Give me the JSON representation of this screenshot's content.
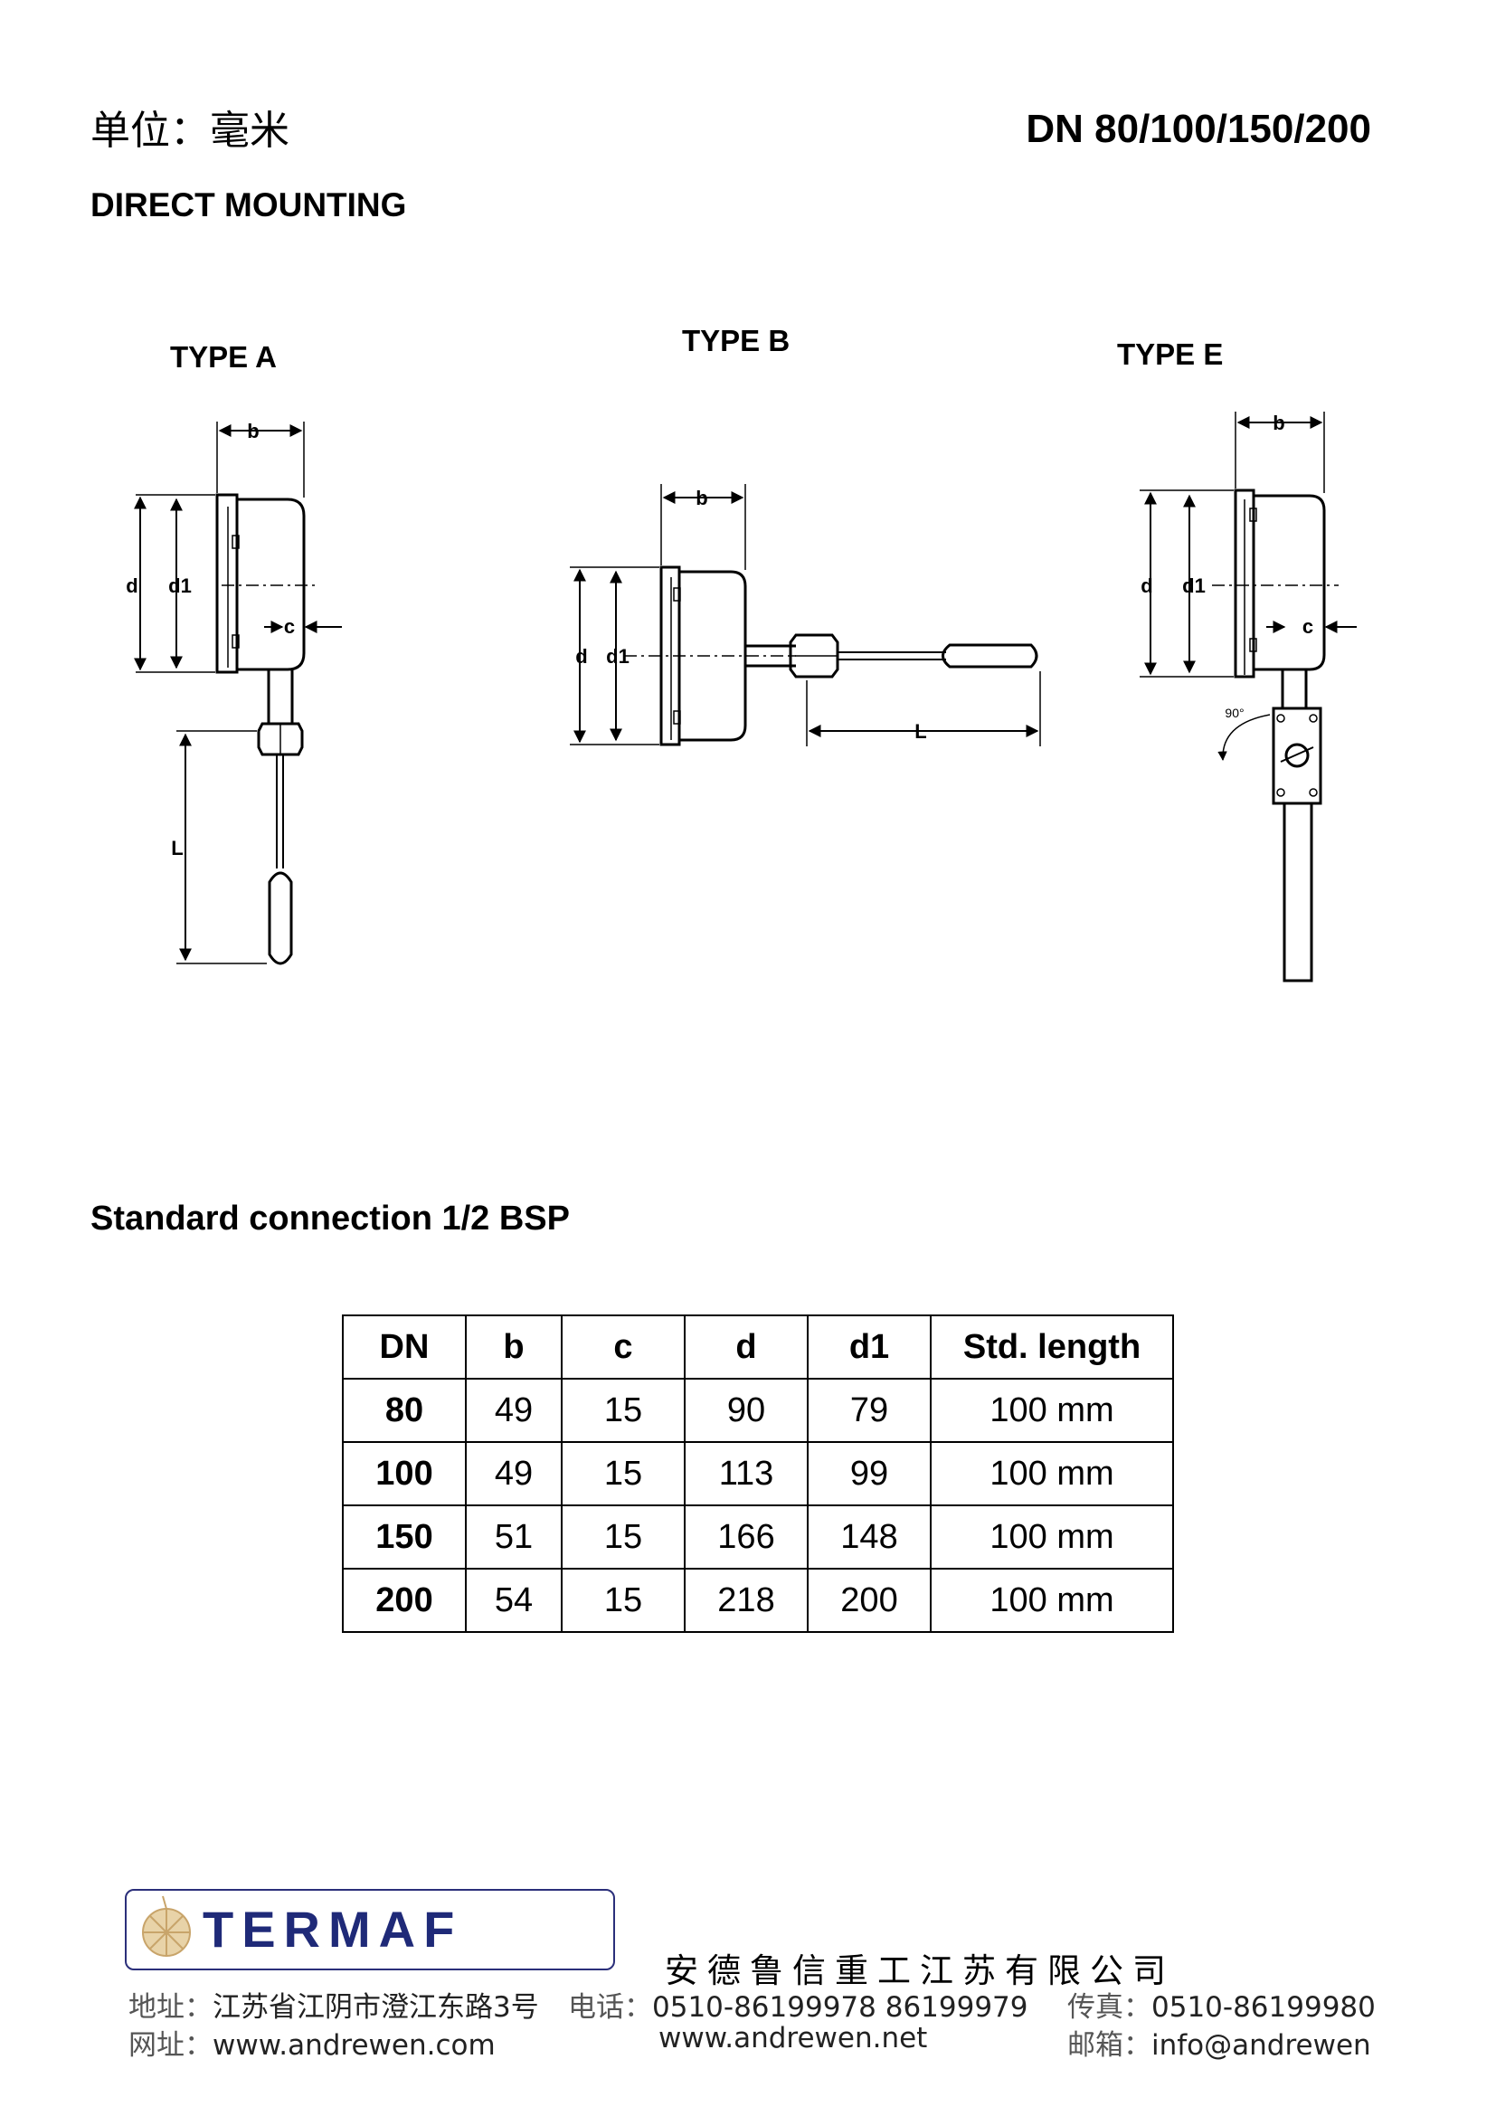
{
  "header": {
    "unit_label": "单位：毫米",
    "dn_heading": "DN 80/100/150/200"
  },
  "mounting_title": "DIRECT MOUNTING",
  "diagram_labels": {
    "type_a": "TYPE A",
    "type_b": "TYPE B",
    "type_e": "TYPE E",
    "dim_b": "b",
    "dim_c": "c",
    "dim_d": "d",
    "dim_d1": "d1",
    "dim_l": "L",
    "angle": "90°"
  },
  "standard_connection": "Standard connection 1/2 BSP",
  "spec_table": {
    "headers": [
      "DN",
      "b",
      "c",
      "d",
      "d1",
      "Std. length"
    ],
    "rows": [
      [
        "80",
        "49",
        "15",
        "90",
        "79",
        "100 mm"
      ],
      [
        "100",
        "49",
        "15",
        "113",
        "99",
        "100 mm"
      ],
      [
        "150",
        "51",
        "15",
        "166",
        "148",
        "100 mm"
      ],
      [
        "200",
        "54",
        "15",
        "218",
        "200",
        "100 mm"
      ]
    ]
  },
  "footer": {
    "logo_text": "TERMAF",
    "company": "安德鲁信重工江苏有限公司",
    "address_label": "地址：",
    "address": "江苏省江阴市澄江东路3号",
    "phone_label": "电话：",
    "phone": "0510-86199978  86199979",
    "fax_label": "传真：",
    "fax": "0510-86199980",
    "web_label": "网址：",
    "web1": "www.andrewen.com",
    "web2": "www.andrewen.net",
    "email_label": "邮箱：",
    "email": "info@andrewen"
  },
  "colors": {
    "logo_blue": "#1f2a78",
    "logo_border": "#2b2f7a",
    "logo_emblem": "#c8a46a"
  }
}
